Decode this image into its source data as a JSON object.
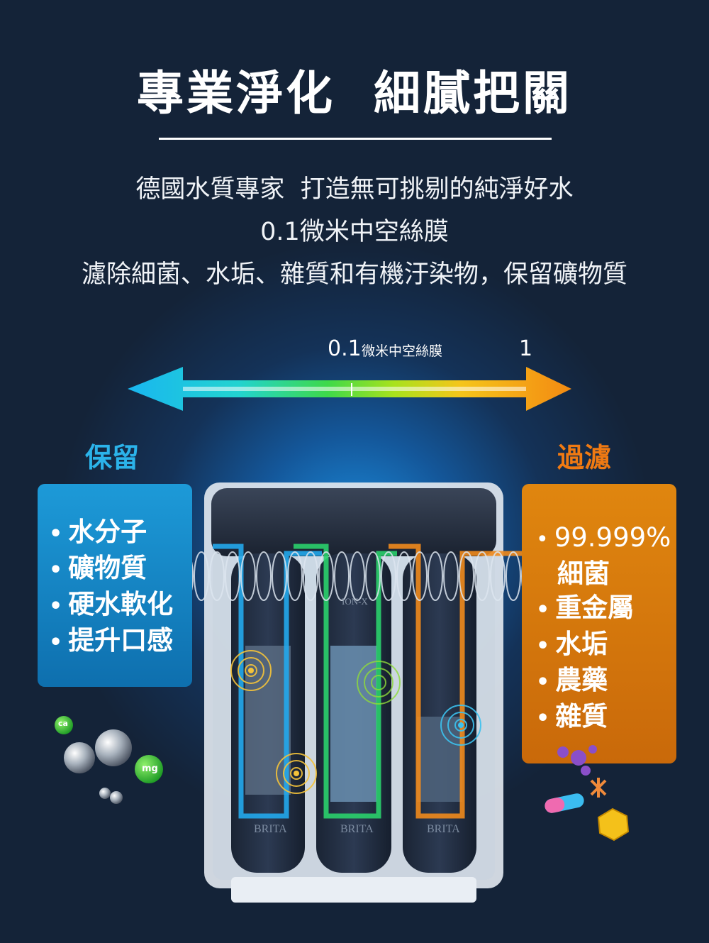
{
  "header": {
    "title": "專業淨化  細膩把關",
    "line1": "德國水質專家  打造無可挑剔的純淨好水",
    "line2": "0.1微米中空絲膜",
    "line3": "濾除細菌、水垢、雜質和有機汙染物，保留礦物質"
  },
  "scale": {
    "left_value": "0.1",
    "mid_text": "微米中空絲膜",
    "right_value": "1"
  },
  "retain": {
    "heading": "保留",
    "items": [
      "水分子",
      "礦物質",
      "硬水軟化",
      "提升口感"
    ]
  },
  "filter": {
    "heading": "過濾",
    "items": [
      "99.999%",
      "細菌",
      "重金屬",
      "水垢",
      "農藥",
      "雜質"
    ]
  },
  "icons": {
    "ca": "ca",
    "mg": "mg"
  },
  "cartridges": {
    "brand": "BRITA",
    "middle_label": "ION-X"
  },
  "colors": {
    "background": "#142338",
    "retain_heading": "#2bb3ea",
    "filter_heading": "#f07a12",
    "retain_panel": "#1d9ad8",
    "filter_panel": "#d97a0d"
  }
}
